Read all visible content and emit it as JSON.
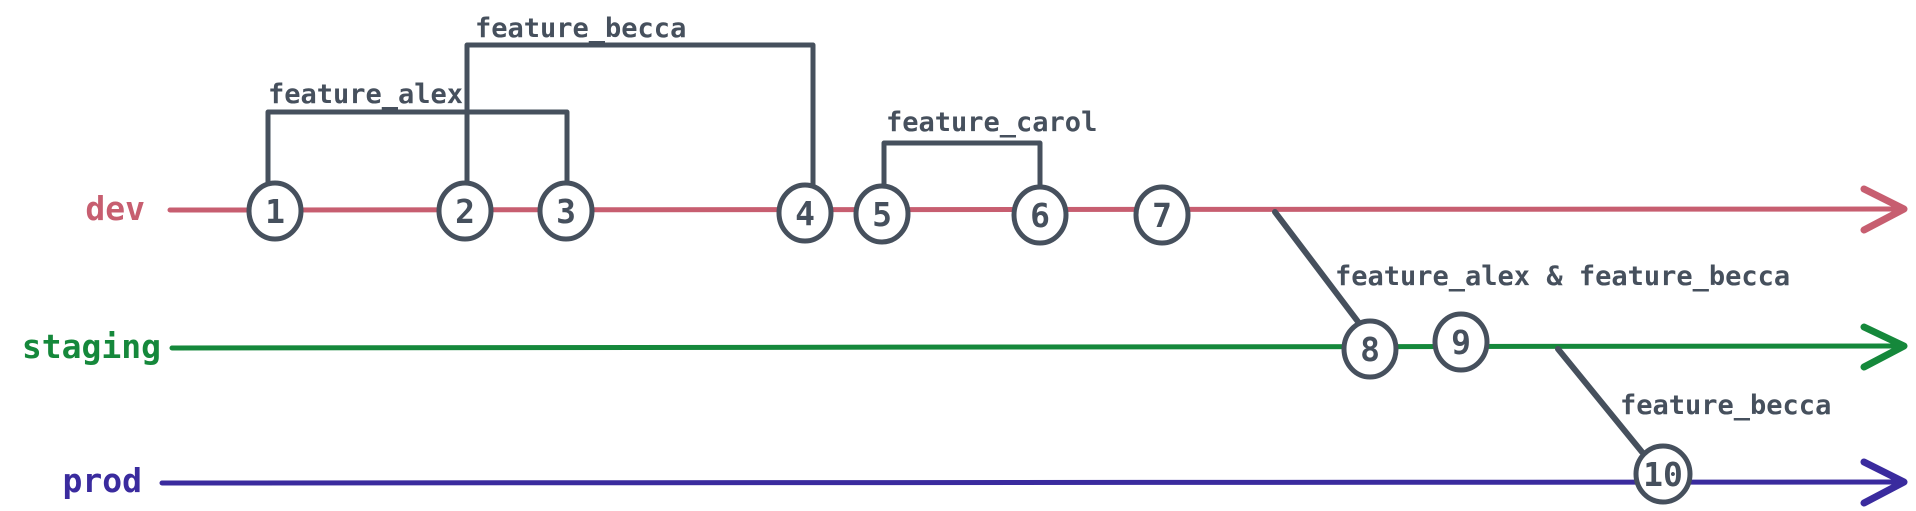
{
  "diagram": {
    "type": "git-branch-graph",
    "colors": {
      "dev_line": "#c75e70",
      "staging_line": "#15883b",
      "prod_line": "#3a2b9e",
      "ink": "#46505d",
      "background": "#ffffff"
    },
    "branches": [
      {
        "label": "dev"
      },
      {
        "label": "staging"
      },
      {
        "label": "prod"
      }
    ],
    "commits": [
      {
        "id": "1",
        "branch": "dev"
      },
      {
        "id": "2",
        "branch": "dev"
      },
      {
        "id": "3",
        "branch": "dev"
      },
      {
        "id": "4",
        "branch": "dev"
      },
      {
        "id": "5",
        "branch": "dev"
      },
      {
        "id": "6",
        "branch": "dev"
      },
      {
        "id": "7",
        "branch": "dev"
      },
      {
        "id": "8",
        "branch": "staging"
      },
      {
        "id": "9",
        "branch": "staging"
      },
      {
        "id": "10",
        "branch": "prod"
      }
    ],
    "feature_branches": [
      {
        "label": "feature_alex",
        "from_commit": "1",
        "to_commit": "3"
      },
      {
        "label": "feature_becca",
        "from_commit": "2",
        "to_commit": "4"
      },
      {
        "label": "feature_carol",
        "from_commit": "5",
        "to_commit": "6"
      }
    ],
    "merges": [
      {
        "label": "feature_alex & feature_becca",
        "from_branch": "dev",
        "to_branch": "staging",
        "at_commit": "8"
      },
      {
        "label": "feature_becca",
        "from_branch": "staging",
        "to_branch": "prod",
        "at_commit": "10"
      }
    ]
  }
}
